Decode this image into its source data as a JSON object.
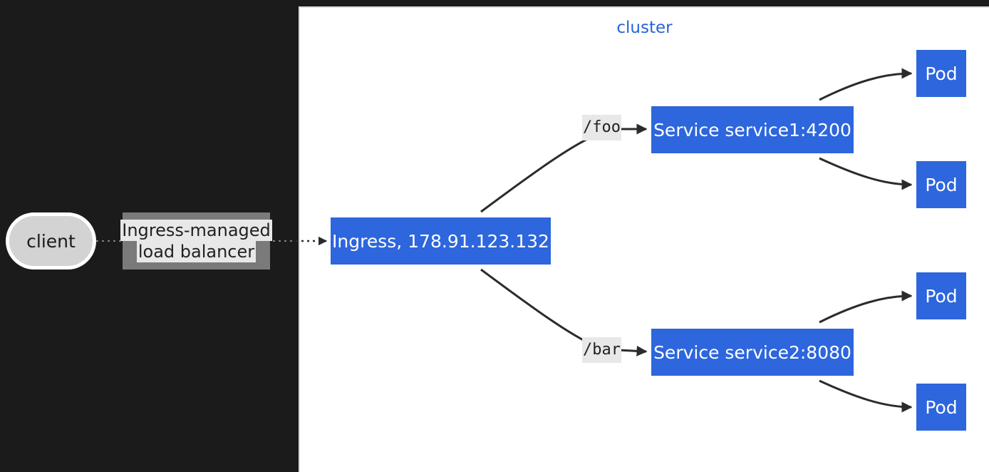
{
  "cluster": {
    "label": "cluster"
  },
  "nodes": {
    "client": "client",
    "load_balancer": [
      "Ingress-managed",
      "load balancer"
    ],
    "ingress": "Ingress, 178.91.123.132",
    "service1": "Service service1:4200",
    "service2": "Service service2:8080",
    "pods": [
      "Pod",
      "Pod",
      "Pod",
      "Pod"
    ]
  },
  "edges": {
    "foo_label": "/foo",
    "bar_label": "/bar"
  },
  "colors": {
    "background": "#1b1b1b",
    "cluster_fill": "#ffffff",
    "node_blue": "#2d66dd",
    "cluster_label": "#2563d9",
    "edge_line": "#2b2b2b"
  }
}
